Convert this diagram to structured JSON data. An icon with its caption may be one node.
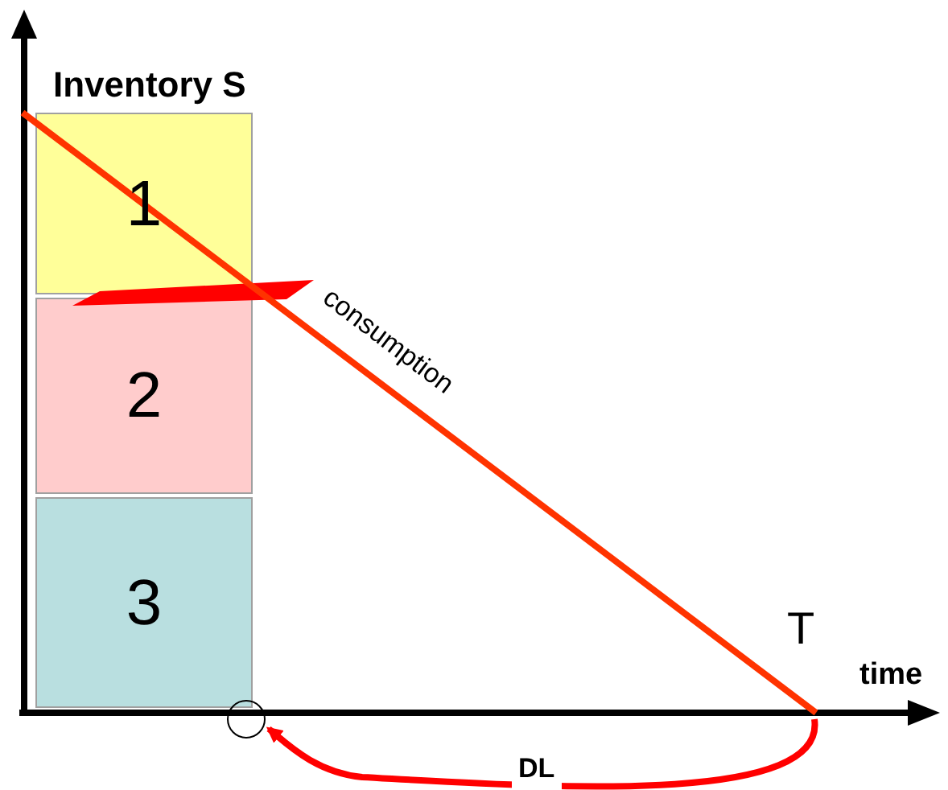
{
  "diagram": {
    "nodes": [
      {
        "text": [
          "1"
        ]
      },
      {
        "text": [
          "2"
        ]
      },
      {
        "text": [
          "3"
        ]
      },
      {
        "text": [],
        "shape": "circle"
      }
    ],
    "edges": [
      {
        "from": null,
        "to": 3,
        "arrow": "to",
        "label": "DL",
        "color": "#ff0000"
      }
    ],
    "labels": [
      "Inventory S",
      "consumption",
      "T",
      "time"
    ]
  }
}
